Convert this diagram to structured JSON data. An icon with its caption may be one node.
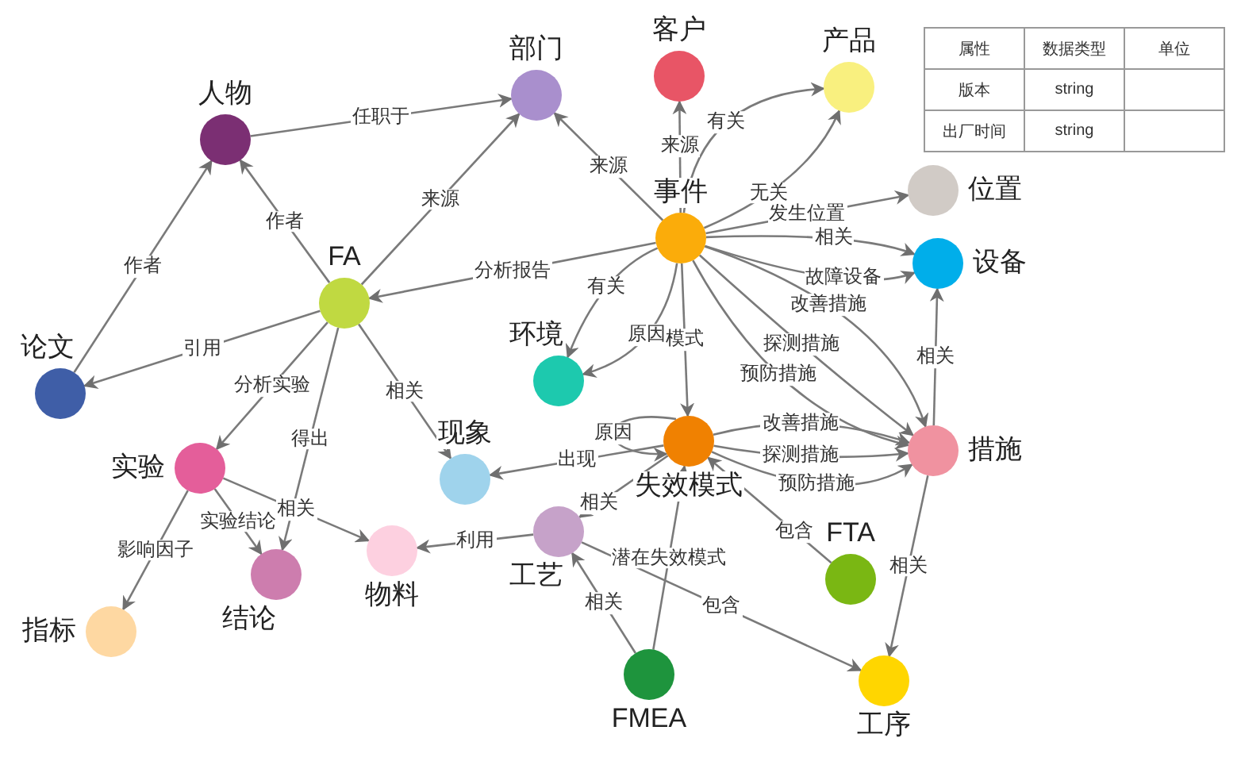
{
  "diagram": {
    "nodes": [
      {
        "text": [
          "人物"
        ]
      },
      {
        "text": [
          "部门"
        ]
      },
      {
        "text": [
          "客户"
        ]
      },
      {
        "text": [
          "产品"
        ]
      },
      {
        "text": [
          "事件"
        ]
      },
      {
        "text": [
          "位置"
        ]
      },
      {
        "text": [
          "设备"
        ]
      },
      {
        "text": [
          "FA"
        ]
      },
      {
        "text": [
          "论文"
        ]
      },
      {
        "text": [
          "环境"
        ]
      },
      {
        "text": [
          "实验"
        ]
      },
      {
        "text": [
          "现象"
        ]
      },
      {
        "text": [
          "失效模式"
        ]
      },
      {
        "text": [
          "措施"
        ]
      },
      {
        "text": [
          "工艺"
        ]
      },
      {
        "text": [
          "物料"
        ]
      },
      {
        "text": [
          "结论"
        ]
      },
      {
        "text": [
          "FTA"
        ]
      },
      {
        "text": [
          "指标"
        ]
      },
      {
        "text": [
          "FMEA"
        ]
      },
      {
        "text": [
          "工序"
        ]
      }
    ],
    "edges": [
      {
        "from": 0,
        "to": 1,
        "arrow": "to",
        "label": "任职于"
      },
      {
        "from": 7,
        "to": 0,
        "arrow": "to",
        "label": "作者"
      },
      {
        "from": 8,
        "to": 0,
        "arrow": "to",
        "label": "作者"
      },
      {
        "from": 7,
        "to": 1,
        "arrow": "to",
        "label": "来源"
      },
      {
        "from": 4,
        "to": 1,
        "arrow": "to",
        "label": "来源"
      },
      {
        "from": 4,
        "to": 2,
        "arrow": "to",
        "label": "来源"
      },
      {
        "from": 4,
        "to": 3,
        "arrow": "to",
        "label": "有关"
      },
      {
        "from": 4,
        "to": 3,
        "arrow": "to",
        "label": "无关"
      },
      {
        "from": 4,
        "to": 5,
        "arrow": "to",
        "label": "发生位置"
      },
      {
        "from": 4,
        "to": 6,
        "arrow": "to",
        "label": "相关"
      },
      {
        "from": 4,
        "to": 6,
        "arrow": "to",
        "label": "故障设备"
      },
      {
        "from": 4,
        "to": 13,
        "arrow": "to",
        "label": "改善措施"
      },
      {
        "from": 4,
        "to": 13,
        "arrow": "to",
        "label": "探测措施"
      },
      {
        "from": 4,
        "to": 13,
        "arrow": "to",
        "label": "预防措施"
      },
      {
        "from": 4,
        "to": 7,
        "arrow": "to",
        "label": "分析报告"
      },
      {
        "from": 4,
        "to": 9,
        "arrow": "to",
        "label": "有关"
      },
      {
        "from": 4,
        "to": 9,
        "arrow": "to",
        "label": "原因"
      },
      {
        "from": 4,
        "to": 12,
        "arrow": "to",
        "label": "模式"
      },
      {
        "from": 7,
        "to": 8,
        "arrow": "to",
        "label": "引用"
      },
      {
        "from": 7,
        "to": 10,
        "arrow": "to",
        "label": "分析实验"
      },
      {
        "from": 7,
        "to": 16,
        "arrow": "to",
        "label": "得出"
      },
      {
        "from": 7,
        "to": 11,
        "arrow": "to",
        "label": "相关"
      },
      {
        "from": 10,
        "to": 15,
        "arrow": "to",
        "label": "相关"
      },
      {
        "from": 10,
        "to": 16,
        "arrow": "to",
        "label": "实验结论"
      },
      {
        "from": 10,
        "to": 18,
        "arrow": "to",
        "label": "影响因子"
      },
      {
        "from": 12,
        "to": 12,
        "arrow": "to",
        "label": "原因"
      },
      {
        "from": 12,
        "to": 11,
        "arrow": "to",
        "label": "出现"
      },
      {
        "from": 12,
        "to": 13,
        "arrow": "to",
        "label": "改善措施"
      },
      {
        "from": 12,
        "to": 13,
        "arrow": "to",
        "label": "探测措施"
      },
      {
        "from": 12,
        "to": 13,
        "arrow": "to",
        "label": "预防措施"
      },
      {
        "from": 12,
        "to": 14,
        "arrow": "to",
        "label": "相关"
      },
      {
        "from": 19,
        "to": 12,
        "arrow": "to",
        "label": "潜在失效模式"
      },
      {
        "from": 19,
        "to": 14,
        "arrow": "to",
        "label": "相关"
      },
      {
        "from": 14,
        "to": 15,
        "arrow": "to",
        "label": "利用"
      },
      {
        "from": 14,
        "to": 20,
        "arrow": "to",
        "label": "包含"
      },
      {
        "from": 17,
        "to": 12,
        "arrow": "to",
        "label": "包含"
      },
      {
        "from": 13,
        "to": 6,
        "arrow": "to",
        "label": "相关"
      },
      {
        "from": 13,
        "to": 20,
        "arrow": "to",
        "label": "相关"
      }
    ],
    "labels": [
      "属性",
      "数据类型",
      "单位",
      "版本",
      "string",
      "出厂时间",
      "string"
    ]
  }
}
